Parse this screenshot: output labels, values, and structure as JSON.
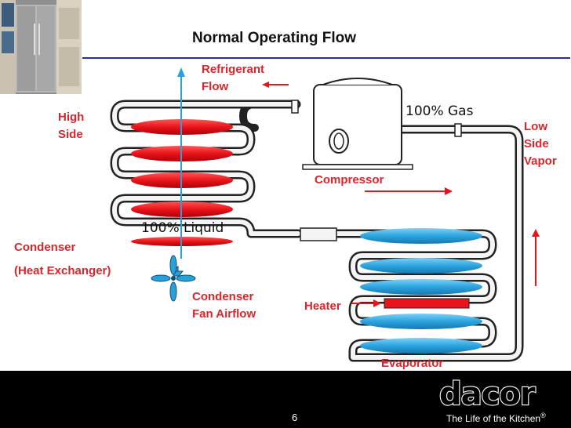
{
  "slide": {
    "title": "Normal Operating Flow",
    "page_number": "6"
  },
  "labels": {
    "refrigerant_flow": "Refrigerant\nFlow",
    "high_side": "High\nSide",
    "gas": "100% Gas",
    "low_side_vapor": "Low\nSide\nVapor",
    "compressor": "Compressor",
    "liquid": "100% Liquid",
    "condenser": "Condenser\n(Heat Exchanger)",
    "condenser_fan_airflow": "Condenser\nFan Airflow",
    "heater": "Heater",
    "evaporator": "Evaporator"
  },
  "footer": {
    "logo_text": "dacor",
    "tagline": "The Life of the Kitchen",
    "registered_mark": "®"
  },
  "colors": {
    "label_red": "#d8262c",
    "condenser_fin": "#e8141a",
    "evaporator_fin": "#2ba4e0",
    "airflow_line": "#2aa0d8",
    "title_rule": "#2f2f9c",
    "footer_bg": "#000000"
  },
  "icons": [
    "fan-icon",
    "compressor-icon",
    "kitchen-photo"
  ]
}
